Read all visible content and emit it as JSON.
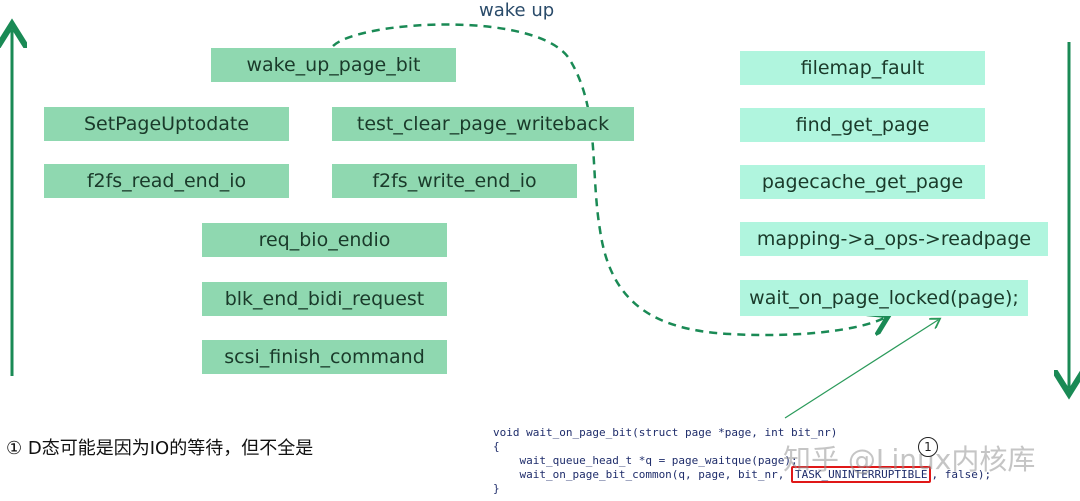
{
  "annotation": {
    "wake_label": "wake up"
  },
  "left_boxes": [
    "wake_up_page_bit",
    "SetPageUptodate",
    "test_clear_page_writeback",
    "f2fs_read_end_io",
    "f2fs_write_end_io",
    "req_bio_endio",
    "blk_end_bidi_request",
    "scsi_finish_command"
  ],
  "right_boxes": [
    "filemap_fault",
    "find_get_page",
    "pagecache_get_page",
    "mapping->a_ops->readpage",
    "wait_on_page_locked(page);"
  ],
  "note": "① D态可能是因为IO的等待，但不全是",
  "code": {
    "line1": "void wait_on_page_bit(struct page *page, int bit_nr)",
    "line2": "{",
    "line3": "    wait_queue_head_t *q = page_waitqu",
    "line3_tail": "e(page);",
    "line4_pre": "    wait_on_page_bit_common(q, page, bit_nr, ",
    "line4_flag": "TASK_UNINTERRUPTIBLE",
    "line4_post": ", false);",
    "line5": "}"
  },
  "marker": "①",
  "watermark": "知乎 @Linux内核库",
  "colors": {
    "left_box": "#8fd8b0",
    "right_box": "#b0f5de",
    "arrow_green": "#1a8a55",
    "highlight_red": "#e01818"
  }
}
